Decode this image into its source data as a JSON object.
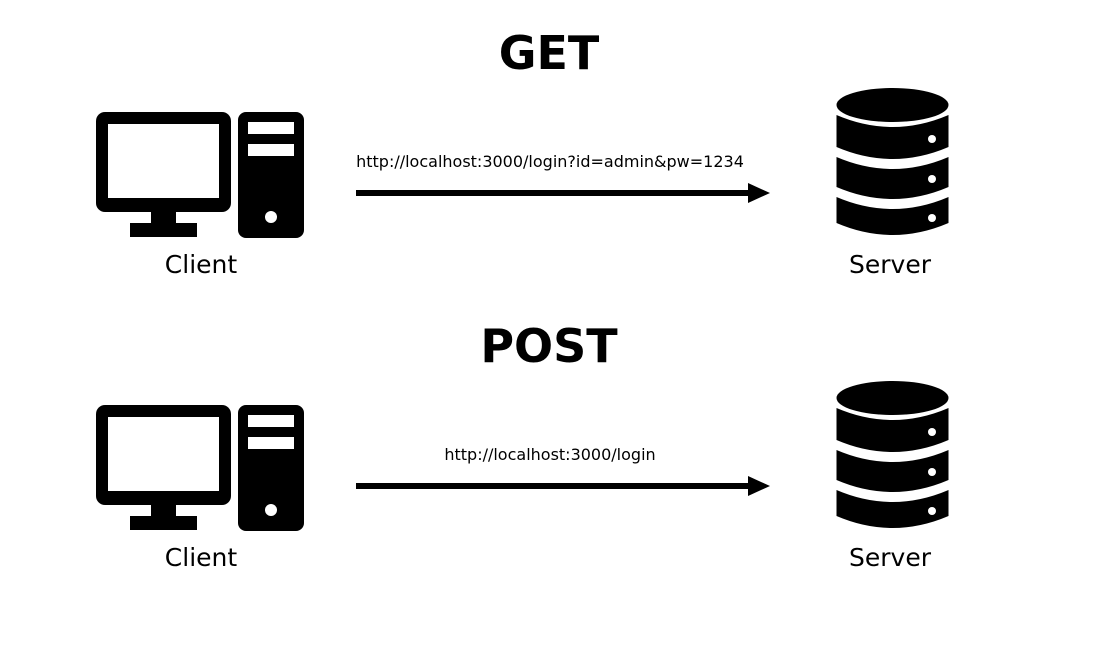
{
  "sections": [
    {
      "method": "GET",
      "client_label": "Client",
      "server_label": "Server",
      "url": "http://localhost:3000/login?id=admin&pw=1234"
    },
    {
      "method": "POST",
      "client_label": "Client",
      "server_label": "Server",
      "url": "http://localhost:3000/login"
    }
  ],
  "icons": {
    "client": "desktop-computer-icon",
    "server": "database-server-icon",
    "arrow": "arrow-right-icon"
  },
  "colors": {
    "foreground": "#000000",
    "background": "#ffffff"
  }
}
